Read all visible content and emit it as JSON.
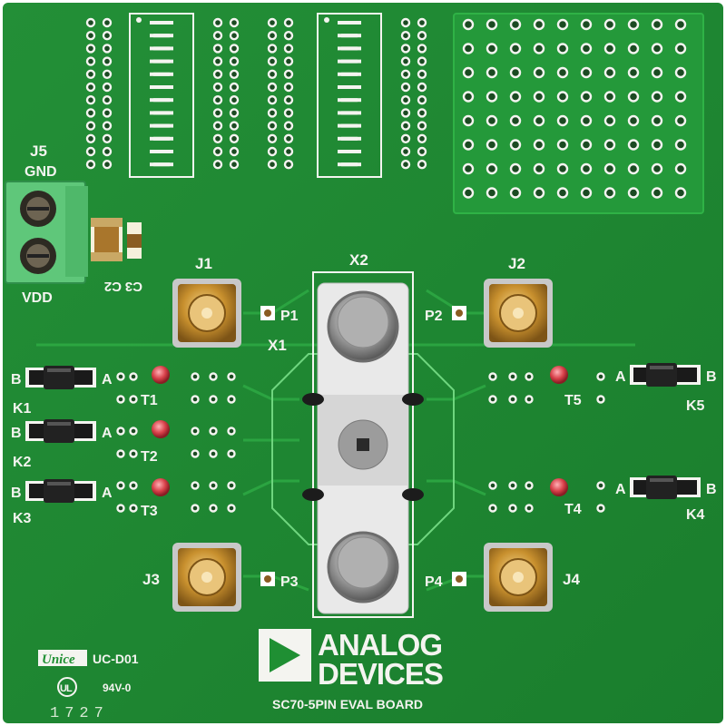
{
  "board": {
    "colors": {
      "pcb": "#1f8f33",
      "pcb_dark": "#17752a",
      "trace": "#2aa13f",
      "silkscreen": "#f4f4f0",
      "gold": "#c8902e",
      "terminal": "#5fc77a",
      "led": "#d8414a",
      "fixture": "#e9e9e9"
    },
    "labels": {
      "j5": "J5",
      "gnd": "GND",
      "vdd": "VDD",
      "j1": "J1",
      "j2": "J2",
      "j3": "J3",
      "j4": "J4",
      "x1": "X1",
      "x2": "X2",
      "p1": "P1",
      "p2": "P2",
      "p3": "P3",
      "p4": "P4",
      "c2": "C2",
      "c3": "C3",
      "k1": "K1",
      "k2": "K2",
      "k3": "K3",
      "k4": "K4",
      "k5": "K5",
      "t1": "T1",
      "t2": "T2",
      "t3": "T3",
      "t4": "T4",
      "t5": "T5",
      "a": "A",
      "b": "B"
    },
    "logo": {
      "line1": "ANALOG",
      "line2": "DEVICES",
      "icon": "analog-devices-triangle-icon"
    },
    "footer": {
      "maker": "Unice",
      "part": "UC-D01",
      "rating": "94V-0",
      "date_code": "1727",
      "board_name": "SC70-5PIN EVAL BOARD"
    }
  }
}
